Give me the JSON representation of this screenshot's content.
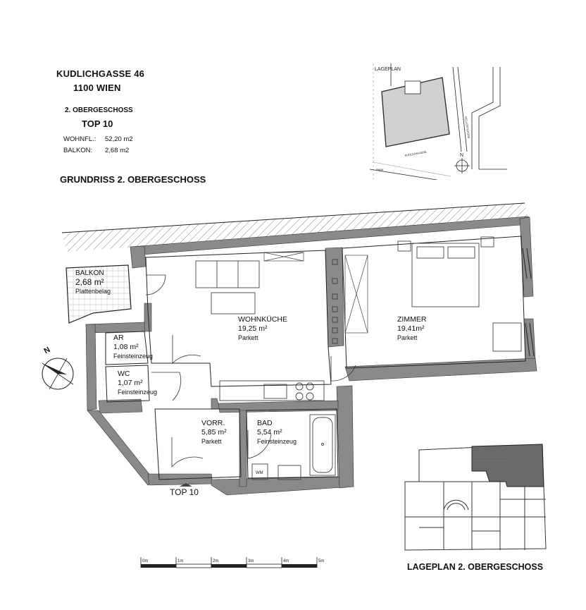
{
  "header": {
    "address_line1": "KUDLICHGASSE 46",
    "address_line2": "1100 WIEN",
    "floor": "2. OBERGESCHOSS",
    "unit": "TOP 10",
    "wohnfl_label": "WOHNFL.:",
    "wohnfl_value": "52,20 m2",
    "balkon_label": "BALKON:",
    "balkon_value": "2,68 m2"
  },
  "plan_title": "GRUNDRISS 2. OBERGESCHOSS",
  "site_plan": {
    "label": "LAGEPLAN",
    "street1": "KUDLICHGASSE",
    "street2": "GELLERTGASSE",
    "street3": "PARK",
    "north": "N"
  },
  "rooms": {
    "balkon": {
      "name": "BALKON",
      "area": "2,68 m²",
      "floor": "Plattenbelag"
    },
    "wohnkueche": {
      "name": "WOHNKÜCHE",
      "area": "19,25 m²",
      "floor": "Parkett"
    },
    "zimmer": {
      "name": "ZIMMER",
      "area": "19,41m²",
      "floor": "Parkett"
    },
    "ar": {
      "name": "AR",
      "area": "1,08 m²",
      "floor": "Feinsteinzeug"
    },
    "wc": {
      "name": "WC",
      "area": "1,07 m²",
      "floor": "Feinsteinzeug"
    },
    "vorr": {
      "name": "VORR.",
      "area": "5,85 m²",
      "floor": "Parkett"
    },
    "bad": {
      "name": "BAD",
      "area": "5,54 m²",
      "floor": "Feinsteinzeug"
    }
  },
  "fixtures": {
    "washer": "WM"
  },
  "entrance_label": "TOP 10",
  "north_label": "N",
  "scale_bar": {
    "ticks": [
      "0m",
      "1m",
      "2m",
      "3m",
      "4m",
      "5m"
    ]
  },
  "floor_locator_title": "LAGEPLAN 2. OBERGESCHOSS"
}
